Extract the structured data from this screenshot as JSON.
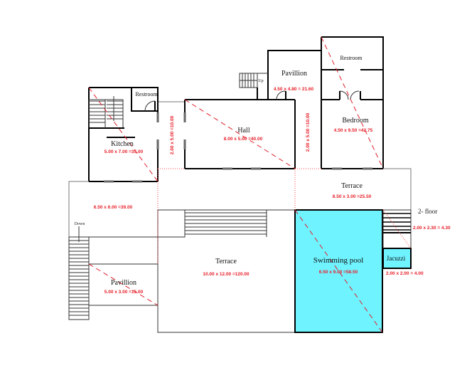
{
  "plan": {
    "title": "Floor plan",
    "colors": {
      "walls": "#000000",
      "area_text": "#e8202a",
      "pool_fill": "#6ff3ff",
      "diagonal": "#e0202a"
    },
    "rooms": [
      {
        "id": "kitchen",
        "name": "Kitchen",
        "area": "5.00 x 7.00 =35.00"
      },
      {
        "id": "restroom-left",
        "name": "Restroom"
      },
      {
        "id": "corridor",
        "area": "2.00 x 5.00 =10.00"
      },
      {
        "id": "hall",
        "name": "Hall",
        "area": "8.00 x 5.00 =40.00"
      },
      {
        "id": "pavillion-top",
        "name": "Pavillion",
        "area": "4.50 x 4.80 = 21.60"
      },
      {
        "id": "restroom-right",
        "name": "Restroom"
      },
      {
        "id": "corridor-right",
        "area": "2.00 x 5.00 =10.00"
      },
      {
        "id": "bedroom",
        "name": "Bedroom",
        "area": "4.50 x 9.50 =42.75"
      },
      {
        "id": "terrace-right",
        "name": "Terrace",
        "area": "8.50 x 3.00 =25.50"
      },
      {
        "id": "left-area",
        "area": "6.50 x 6.00 =39.00"
      },
      {
        "id": "pavillion-bottom",
        "name": "Pavillion",
        "area": "5.00 x 3.00 =15.00"
      },
      {
        "id": "terrace-main",
        "name": "Terrace",
        "area": "10.00 x 12.00 =120.00"
      },
      {
        "id": "swimming-pool",
        "name": "Swimming pool",
        "area": "6.50 x 9.00 =58.50"
      },
      {
        "id": "stairs-2floor",
        "area": "2.00 x 2.30 = 4.30"
      },
      {
        "id": "jacuzzi",
        "name": "Jacuzzi",
        "area": "2.00 x 2.00 = 4.00"
      }
    ],
    "labels": {
      "up": "Up",
      "down": "Down",
      "second_floor": "2- floor"
    }
  }
}
